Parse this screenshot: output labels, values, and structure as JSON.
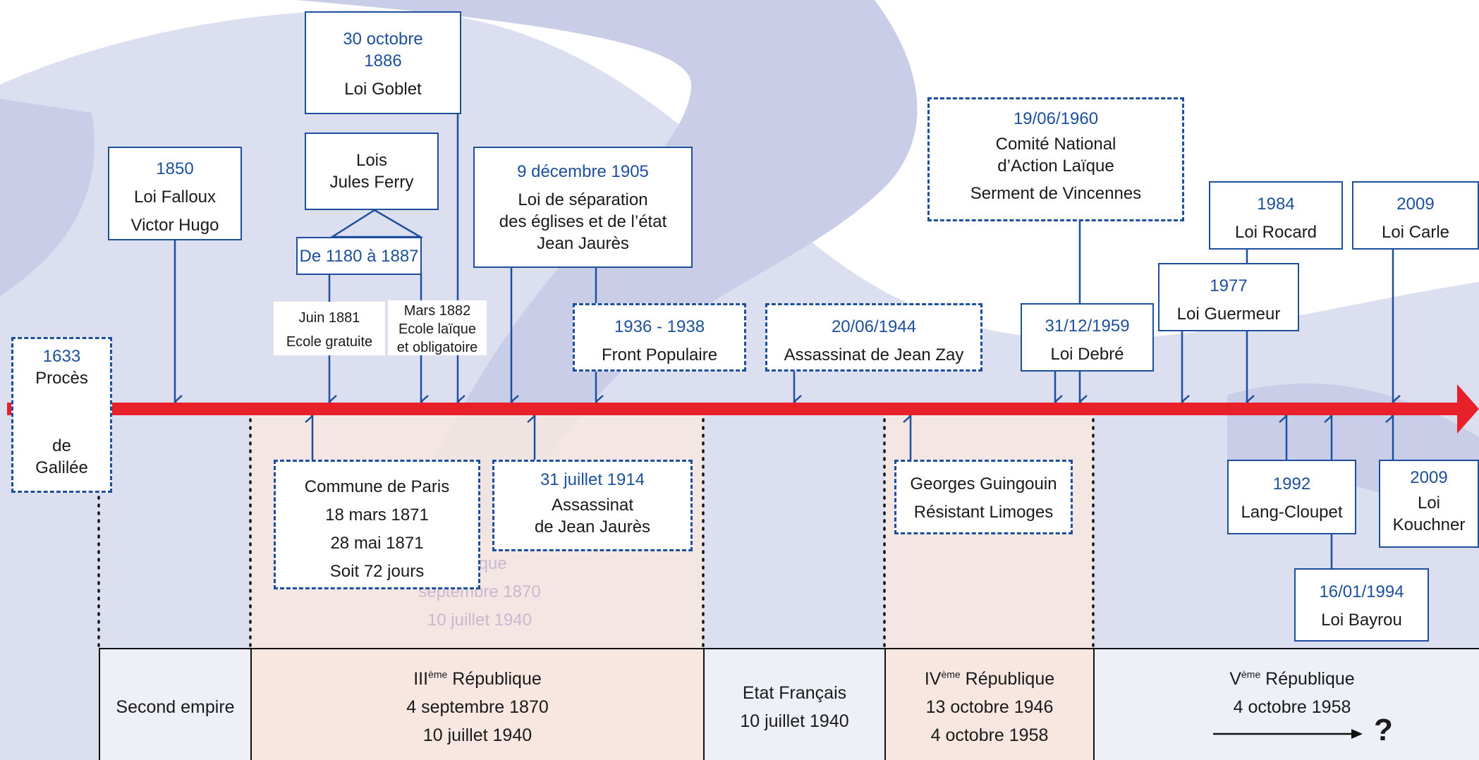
{
  "colors": {
    "accent": "#1d4f9c",
    "axis": "#e8202a"
  },
  "top_events": {
    "galilee": {
      "date": "1633",
      "line1": "Procès",
      "line2": "de",
      "line3": "Galilée"
    },
    "falloux": {
      "date": "1850",
      "line1": "Loi Falloux",
      "line2": "Victor Hugo"
    },
    "goblet": {
      "date_line1": "30 octobre",
      "date_line2": "1886",
      "line1": "Loi Goblet"
    },
    "ferry": {
      "line1": "Lois",
      "line2": "Jules Ferry",
      "date": "De 1180 à 1887"
    },
    "ferry_juin": {
      "line1": "Juin 1881",
      "line2": "Ecole gratuite"
    },
    "ferry_mars": {
      "line1": "Mars 1882",
      "line2": "Ecole laïque",
      "line3": "et obligatoire"
    },
    "separation": {
      "date": "9 décembre 1905",
      "line1": "Loi de séparation",
      "line2": "des églises et de l’état",
      "line3": "Jean Jaurès"
    },
    "front": {
      "date": "1936 - 1938",
      "line1": "Front Populaire"
    },
    "zay": {
      "date": "20/06/1944",
      "line1": "Assassinat de Jean Zay"
    },
    "cnal": {
      "date": "19/06/1960",
      "line1": "Comité National",
      "line2": "d’Action Laïque",
      "line3": "Serment de Vincennes"
    },
    "debre": {
      "date": "31/12/1959",
      "line1": "Loi Debré"
    },
    "guermeur": {
      "date": "1977",
      "line1": "Loi Guermeur"
    },
    "rocard": {
      "date": "1984",
      "line1": "Loi Rocard"
    },
    "carle": {
      "date": "2009",
      "line1": "Loi Carle"
    }
  },
  "bottom_events": {
    "commune": {
      "line1": "Commune de Paris",
      "line2": "18 mars 1871",
      "line3": "28 mai 1871",
      "line4": "Soit 72 jours"
    },
    "jaures": {
      "date": "31 juillet 1914",
      "line1": "Assassinat",
      "line2": "de Jean Jaurès"
    },
    "guingouin": {
      "line1": "Georges Guingouin",
      "line2": "Résistant Limoges"
    },
    "lang": {
      "date": "1992",
      "line1": "Lang-Cloupet"
    },
    "bayrou": {
      "date": "16/01/1994",
      "line1": "Loi Bayrou"
    },
    "kouchner": {
      "date": "2009",
      "line1": "Loi",
      "line2": "Kouchner"
    }
  },
  "ghost_text": {
    "line1": "ublique",
    "line2": "septembre 1870",
    "line3": "10 juillet 1940"
  },
  "periods": {
    "second_empire": {
      "line1": "Second empire"
    },
    "troisieme": {
      "num": "III",
      "sup": "ème",
      "name": " République",
      "line2": "4 septembre 1870",
      "line3": "10 juillet 1940"
    },
    "etat": {
      "line1": "Etat Français",
      "line2": "10 juillet 1940"
    },
    "quatrieme": {
      "num": "IV",
      "sup": "ème",
      "name": " République",
      "line2": "13 octobre 1946",
      "line3": "4 octobre 1958"
    },
    "cinquieme": {
      "num": "V",
      "sup": "ème",
      "name": " République",
      "line2": "4 octobre 1958",
      "future": "?"
    }
  }
}
